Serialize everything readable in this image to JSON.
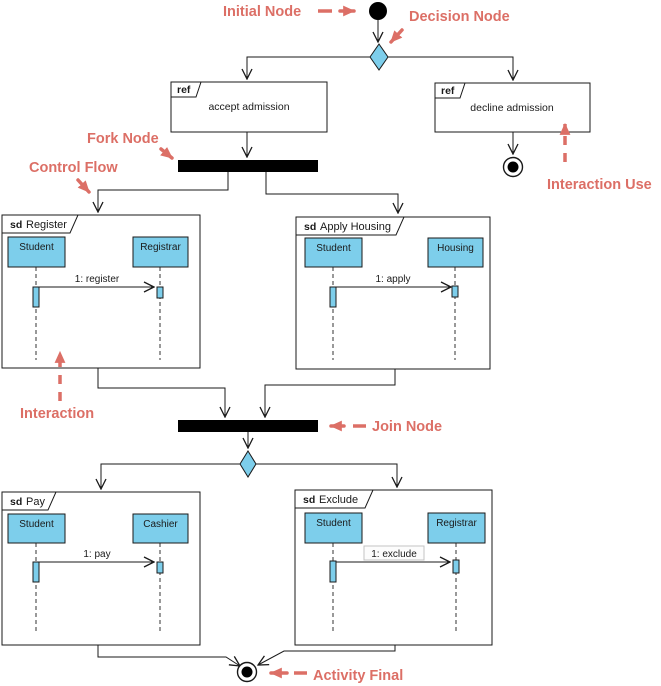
{
  "colors": {
    "annotation": "#dc6f66",
    "node_fill": "#7dceeb",
    "bar_fill": "#000000",
    "line": "#1a1a1a"
  },
  "annotations": {
    "initial_node": "Initial Node",
    "decision_node": "Decision Node",
    "fork_node": "Fork Node",
    "control_flow": "Control Flow",
    "interaction_use": "Interaction Use",
    "interaction": "Interaction",
    "join_node": "Join Node",
    "activity_final": "Activity Final"
  },
  "ref_frames": [
    {
      "keyword": "ref",
      "label": "accept admission"
    },
    {
      "keyword": "ref",
      "label": "decline admission"
    }
  ],
  "interactions": [
    {
      "keyword": "sd",
      "title": "Register",
      "lifelines": [
        "Student",
        "Registrar"
      ],
      "message": "1: register"
    },
    {
      "keyword": "sd",
      "title": "Apply Housing",
      "lifelines": [
        "Student",
        "Housing"
      ],
      "message": "1: apply"
    },
    {
      "keyword": "sd",
      "title": "Pay",
      "lifelines": [
        "Student",
        "Cashier"
      ],
      "message": "1: pay"
    },
    {
      "keyword": "sd",
      "title": "Exclude",
      "lifelines": [
        "Student",
        "Registrar"
      ],
      "message": "1: exclude"
    }
  ]
}
